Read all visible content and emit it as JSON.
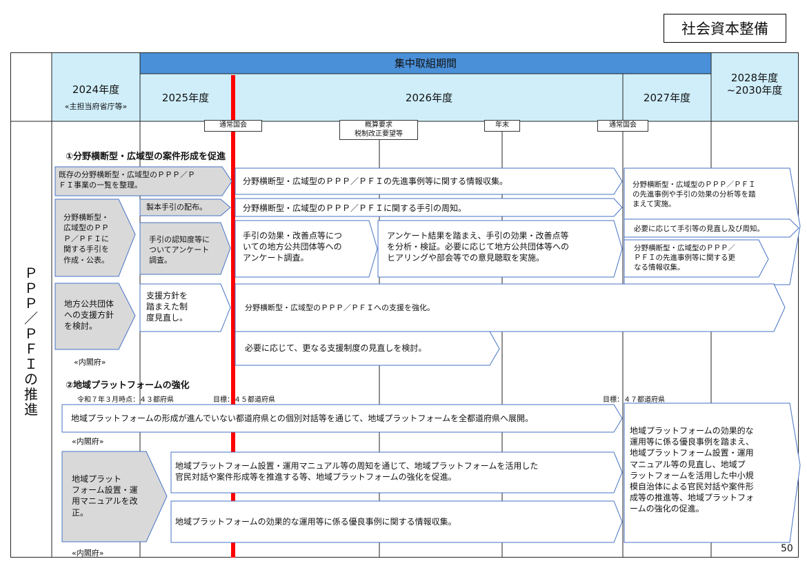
{
  "category_tag": "社会資本整備",
  "header": {
    "focus_period": "集中取組期間",
    "col_2024": "2024年度",
    "col_2024_sub": "«主担当府省庁等»",
    "col_2025": "2025年度",
    "col_2026": "2026年度",
    "col_2027": "2027年度",
    "col_2028": "2028年度\n~2030年度"
  },
  "row_label": "ＰＰＰ／ＰＦＩの推進",
  "milestones": {
    "m1": "通常国会",
    "m2": "概算要求\n税制改正要望等",
    "m3": "年末",
    "m4": "通常国会"
  },
  "section1": {
    "title": "①分野横断型・広域型の案件形成を促進",
    "b_existing_list": "既存の分野横断型・広域型のＰＰＰ／Ｐ\nＦＩ事業の一覧を整理。",
    "b_guide_create": "分野横断型・\n広域型のＰＰ\nＰ／ＰＦＩに\n関する手引を\n作成・公表。",
    "b_guide_distribute": "製本手引の配布。",
    "b_awareness_survey": "手引の認知度等に\nついてアンケート\n調査。",
    "b_info_collect": "分野横断型・広域型のＰＰＰ／ＰＦＩの先進事例等に関する情報収集。",
    "b_guide_notice": "分野横断型・広域型のＰＰＰ／ＰＦＩに関する手引の周知。",
    "b_local_survey": "手引の効果・改善点等につ\nいての地方公共団体等への\nアンケート調査。",
    "b_survey_analysis": "アンケート結果を踏まえ、手引の効果・改善点等\nを分析・検証。必要に応じて地方公共団体等への\nヒアリングや部会等での意見聴取を実施。",
    "b_2027_analysis": "分野横断型・広域型のＰＰＰ／ＰＦＩ\nの先進事例や手引の効果の分析等を踏\nまえて実施。",
    "b_2027_review": "必要に応じて手引等の見直し及び周知。",
    "b_2027_info": "分野横断型・広域型のＰＰＰ／\nＰＦＩの先進事例等に関する更\nなる情報収集。",
    "b_support_policy": "地方公共団体\nへの支援方針\nを検討。",
    "b_system_review": "支援方針を\n踏まえた制\n度見直し。",
    "b_support_strengthen": "分野横断型・広域型のＰＰＰ／ＰＦＩへの支援を強化。",
    "b_further_review": "必要に応じて、更なる支援制度の見直しを検討。",
    "owner": "«内閣府»"
  },
  "section2": {
    "title": "②地域プラットフォームの強化",
    "status_now": "令和７年３月時点：４３都府県",
    "target_45": "目標：４５都道府県",
    "target_47": "目標：４７都道府県",
    "b_dialogue": "地域プラットフォームの形成が進んでいない都道府県との個別対話等を通じて、地域プラットフォームを全都道府県へ展開。",
    "owner1": "«内閣府»",
    "b_manual_revise": "地域プラット\nフォーム設置・運\n用マニュアルを改\n正。",
    "b_manual_notice": "地域プラットフォーム設置・運用マニュアル等の周知を通じて、地域プラットフォームを活用した\n官民対話や案件形成等を推進する等、地域プラットフォームの強化を促進。",
    "b_best_practice": "地域プラットフォームの効果的な運用等に係る優良事例に関する情報収集。",
    "b_2027_strengthen": "地域プラットフォームの効果的な\n運用等に係る優良事例を踏まえ、\n地域プラットフォーム設置・運用\nマニュアル等の見直し、地域プ\nラットフォームを活用した中小規\n模自治体による官民対話や案件形\n成等の推進等、地域プラットフォ\nームの強化の促進。",
    "owner2": "«内閣府»"
  },
  "page_number": "50",
  "colors": {
    "header_blue": "#4a90d9",
    "header_light": "#cfeefa",
    "gray_box": "#d9d9d9",
    "outline_blue": "#4472c4",
    "red_line": "#ff0000"
  }
}
